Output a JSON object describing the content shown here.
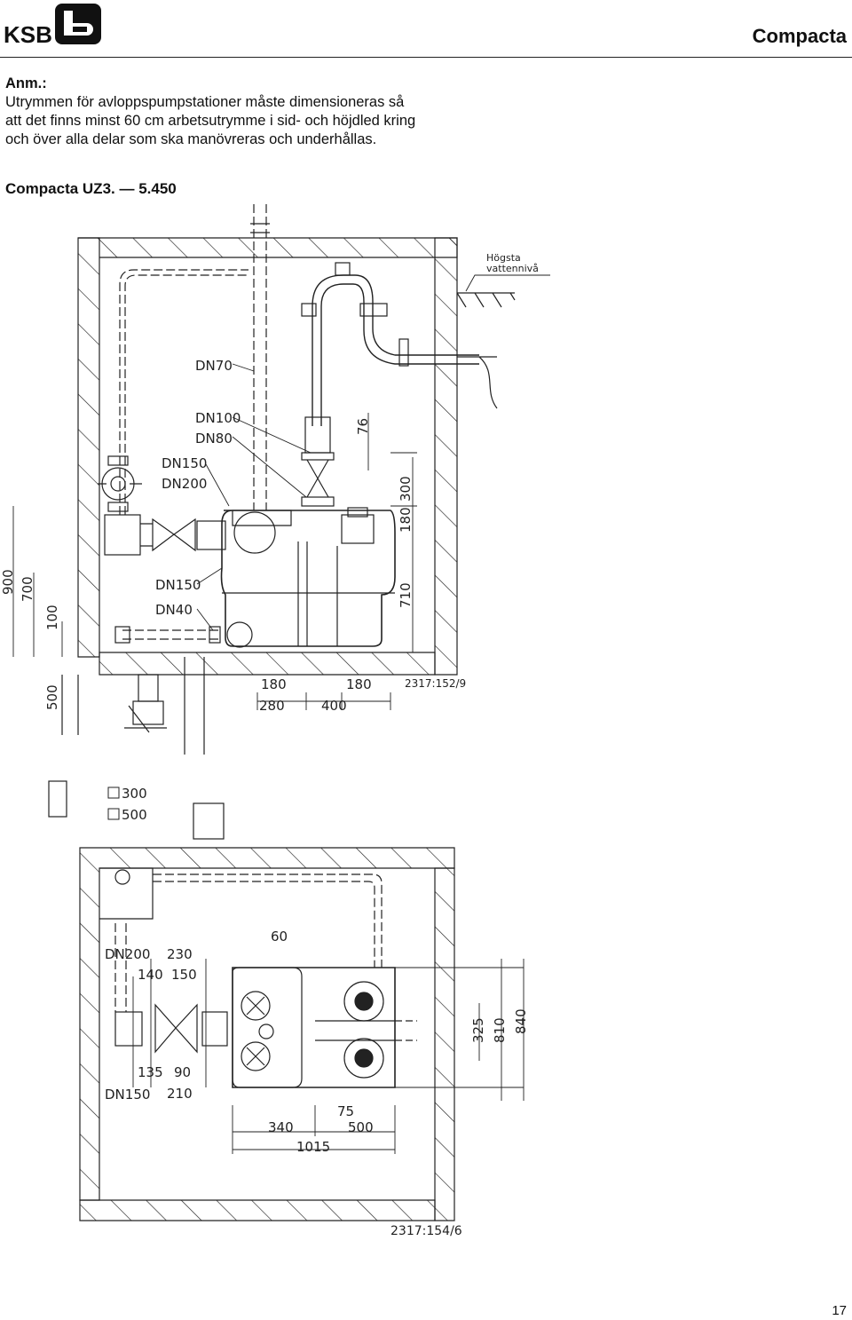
{
  "header": {
    "brand": "KSB",
    "title": "Compacta"
  },
  "note": {
    "label": "Anm.:",
    "lines": [
      "Utrymmen för avloppspumpstationer måste dimensioneras så",
      "att det finns minst 60 cm arbetsutrymme i sid- och höjdled kring",
      "och över alla delar som ska manövreras och underhållas."
    ]
  },
  "subtitle": "Compacta UZ3. — 5.450",
  "elevation": {
    "water_label_1": "Högsta",
    "water_label_2": "vattennivå",
    "pipe_labels": [
      "DN70",
      "DN100",
      "DN80",
      "DN150",
      "DN200",
      "DN150",
      "DN40"
    ],
    "dims_left": [
      "900",
      "700",
      "100",
      "500"
    ],
    "dims_right": [
      "76",
      "300",
      "180",
      "710"
    ],
    "dims_bottom": [
      "180",
      "180",
      "280",
      "400"
    ],
    "drawing_code": "2317:152/9"
  },
  "plan": {
    "pit_labels": [
      "300",
      "500"
    ],
    "pipe_labels": [
      "DN200",
      "DN150"
    ],
    "dims_top": [
      "60",
      "230",
      "140",
      "150"
    ],
    "dims_bottom": [
      "135",
      "90",
      "210",
      "75",
      "340",
      "500",
      "1015"
    ],
    "dims_right": [
      "325",
      "810",
      "840"
    ],
    "drawing_code": "2317:154/6"
  },
  "page_number": "17"
}
